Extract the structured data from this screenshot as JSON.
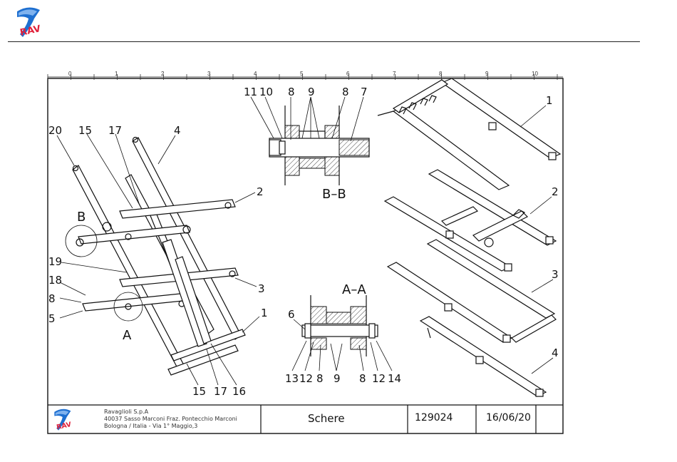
{
  "logo": {
    "text": "RAV",
    "colors": {
      "blue": "#1e6fd0",
      "red": "#e0203a"
    }
  },
  "ruler": {
    "ticks": [
      "0",
      "1",
      "2",
      "3",
      "4",
      "5",
      "6",
      "7",
      "8",
      "9",
      "10"
    ]
  },
  "callouts": {
    "left": [
      "20",
      "15",
      "17",
      "4",
      "2",
      "B",
      "19",
      "18",
      "8",
      "5",
      "A",
      "3",
      "1",
      "15",
      "17",
      "16"
    ],
    "bb": [
      "11",
      "10",
      "8",
      "9",
      "8",
      "7"
    ],
    "aa": [
      "6",
      "13",
      "12",
      "8",
      "9",
      "8",
      "12",
      "14"
    ],
    "right": [
      "1",
      "2",
      "3",
      "4"
    ]
  },
  "sections": {
    "bb": "B–B",
    "aa": "A–A"
  },
  "title_block": {
    "company_line1": "Ravaglioli S.p.A",
    "company_line2": "40037 Sasso Marconi Fraz. Pontecchio Marconi",
    "company_line3": "Bologna / Italia - Via 1° Maggio,3",
    "title": "Schere",
    "code": "129024",
    "date": "16/06/20",
    "extra": ""
  }
}
